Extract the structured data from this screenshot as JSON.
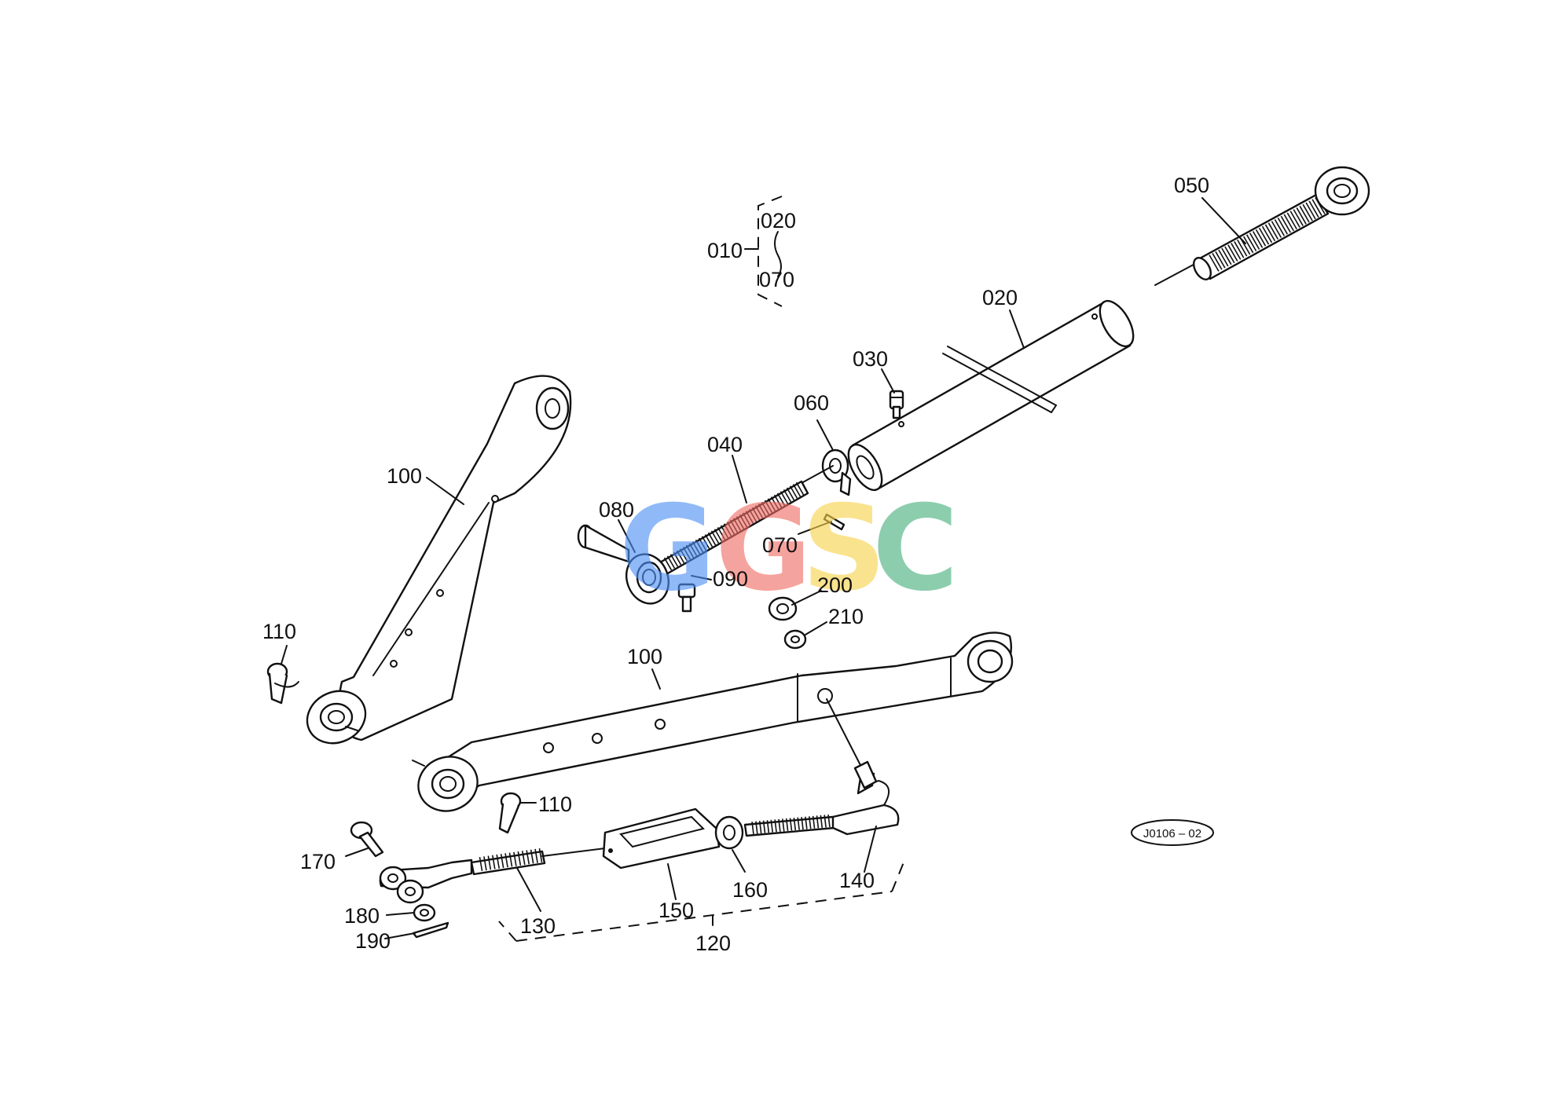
{
  "callouts": [
    {
      "id": "c010",
      "text": "010"
    },
    {
      "id": "c020a",
      "text": "020"
    },
    {
      "id": "c070a",
      "text": "070"
    },
    {
      "id": "c050",
      "text": "050"
    },
    {
      "id": "c020",
      "text": "020"
    },
    {
      "id": "c030",
      "text": "030"
    },
    {
      "id": "c060",
      "text": "060"
    },
    {
      "id": "c040",
      "text": "040"
    },
    {
      "id": "c080",
      "text": "080"
    },
    {
      "id": "c070",
      "text": "070"
    },
    {
      "id": "c090",
      "text": "090"
    },
    {
      "id": "c200",
      "text": "200"
    },
    {
      "id": "c210",
      "text": "210"
    },
    {
      "id": "c100a",
      "text": "100"
    },
    {
      "id": "c100b",
      "text": "100"
    },
    {
      "id": "c110a",
      "text": "110"
    },
    {
      "id": "c110b",
      "text": "110"
    },
    {
      "id": "c170",
      "text": "170"
    },
    {
      "id": "c180",
      "text": "180"
    },
    {
      "id": "c190",
      "text": "190"
    },
    {
      "id": "c130",
      "text": "130"
    },
    {
      "id": "c150",
      "text": "150"
    },
    {
      "id": "c160",
      "text": "160"
    },
    {
      "id": "c140",
      "text": "140"
    },
    {
      "id": "c120",
      "text": "120"
    }
  ],
  "diagram_code": "J0106 – 02",
  "watermark": {
    "letters": [
      {
        "char": "G",
        "color": "#4d8ff5"
      },
      {
        "char": "G",
        "color": "#ef6b63"
      },
      {
        "char": "S",
        "color": "#f8d24a"
      },
      {
        "char": "C",
        "color": "#46b07c"
      }
    ]
  }
}
